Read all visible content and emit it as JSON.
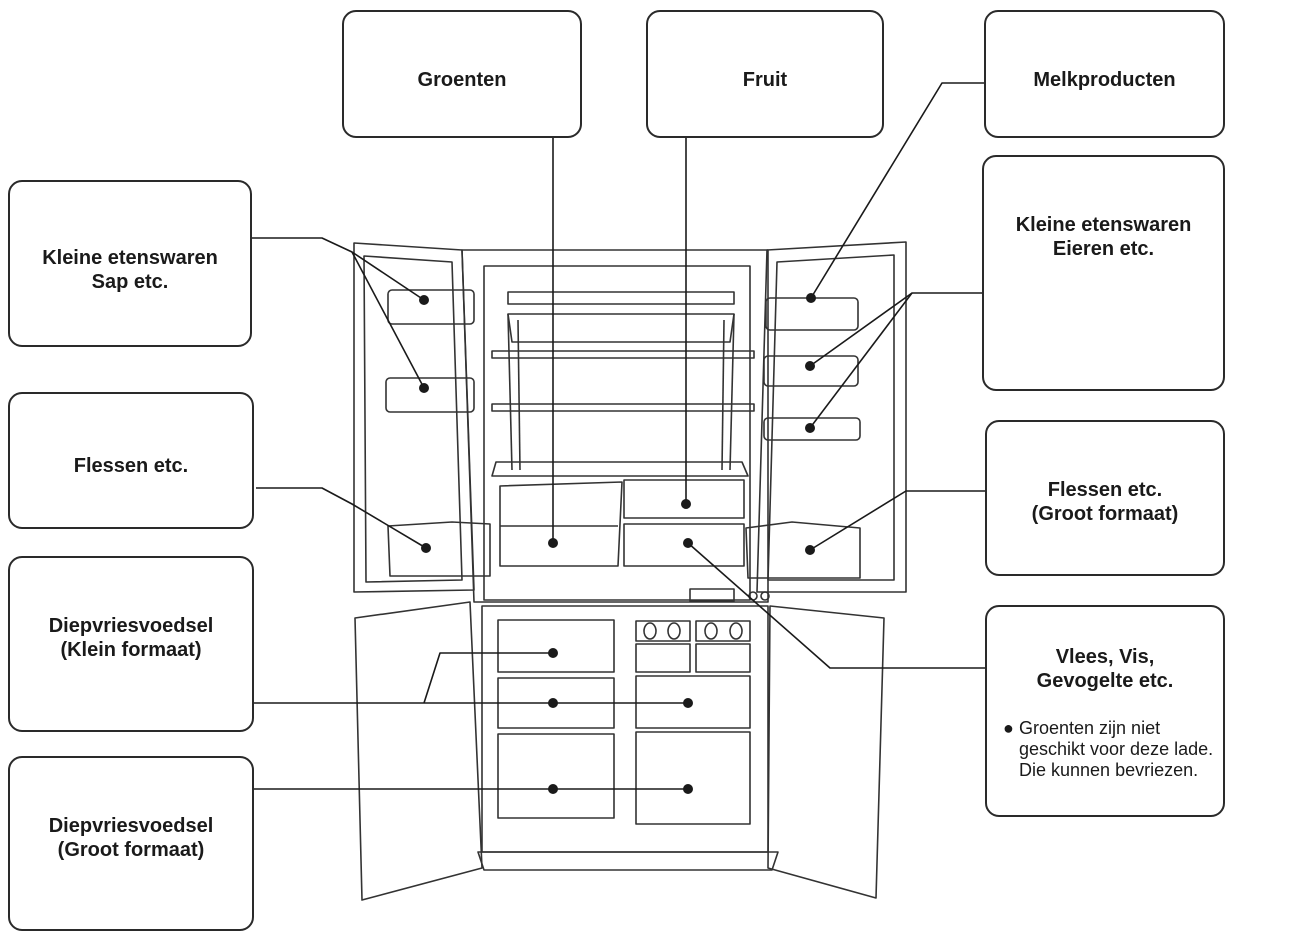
{
  "labels": {
    "groenten": "Groenten",
    "fruit": "Fruit",
    "melkproducten": "Melkproducten",
    "kleine_sap": "Kleine etenswaren\nSap etc.",
    "kleine_eieren": "Kleine etenswaren\nEieren etc.",
    "flessen_left": "Flessen etc.",
    "flessen_right": "Flessen etc.\n(Groot formaat)",
    "diepvries_klein": "Diepvriesvoedsel\n(Klein formaat)",
    "diepvries_groot": "Diepvriesvoedsel\n(Groot formaat)",
    "vlees": "Vlees, Vis,\nGevogelte etc."
  },
  "note": {
    "bullet": "●",
    "text": "Groenten zijn niet\ngeschikt voor deze lade.\nDie kunnen bevriezen."
  }
}
